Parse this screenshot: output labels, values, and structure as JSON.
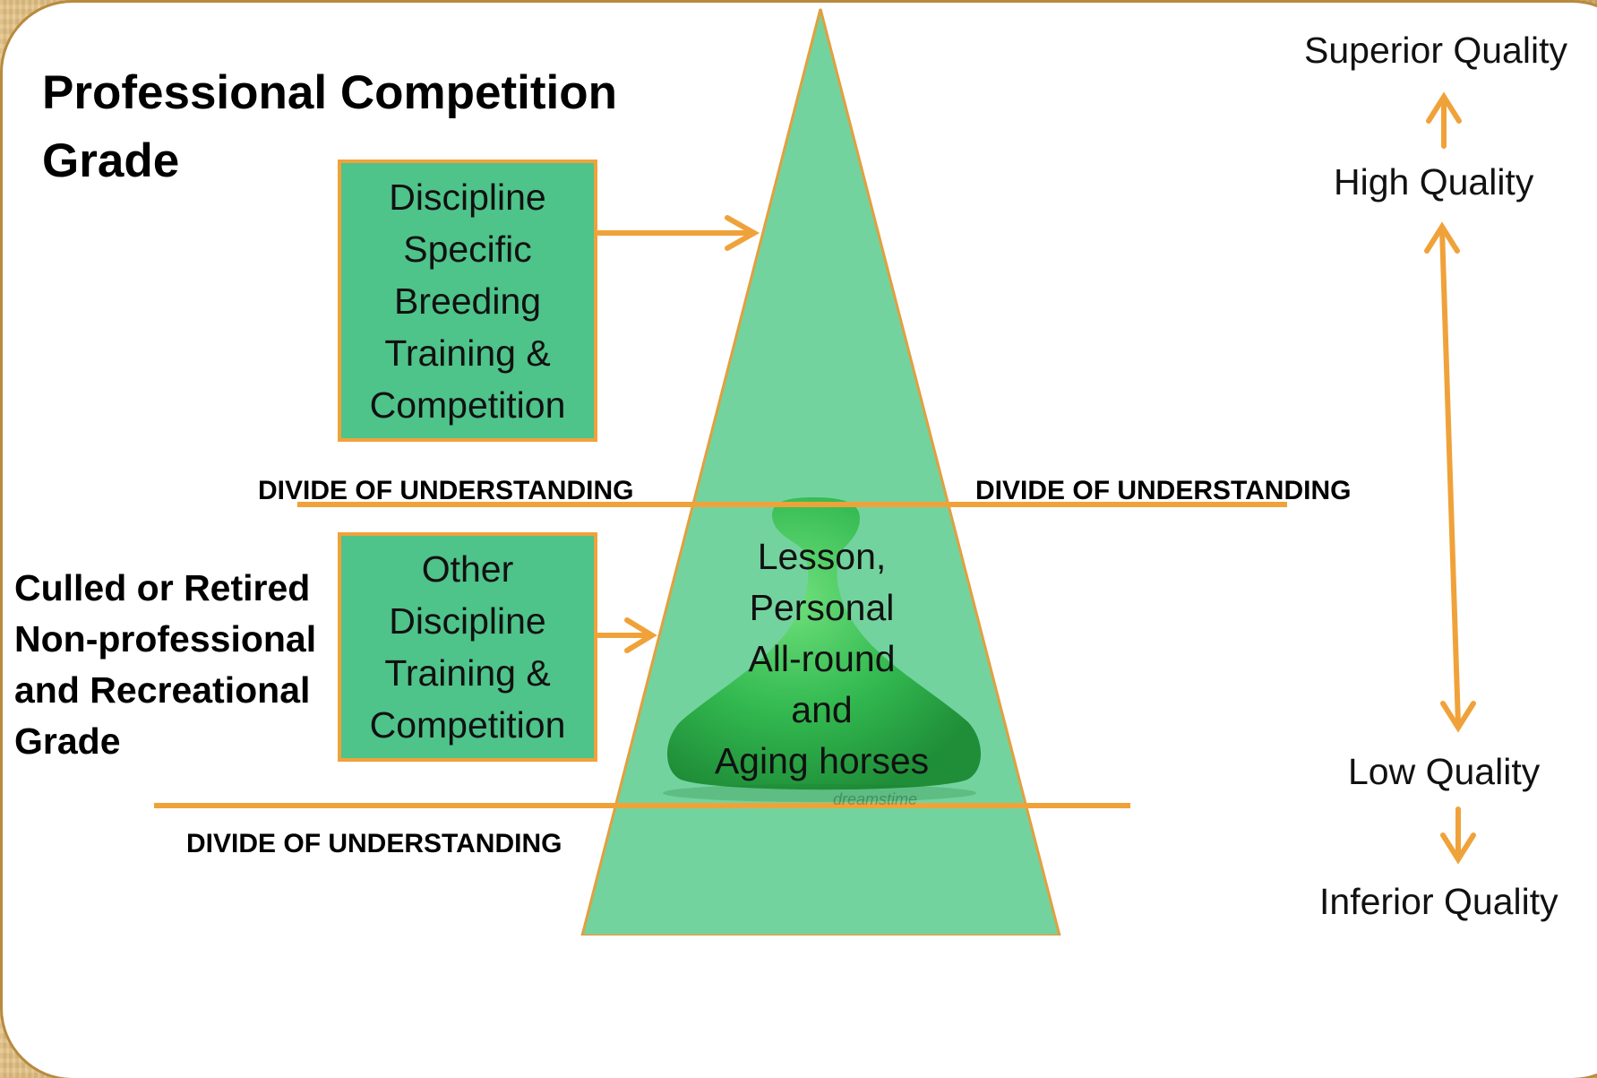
{
  "title": "Professional Competition Grade",
  "title_lines": [
    "Professional Competition",
    "Grade"
  ],
  "left_label_lines": [
    "Culled or Retired",
    "Non-professional",
    "and Recreational",
    "Grade"
  ],
  "box_top_lines": [
    "Discipline",
    "Specific",
    "Breeding",
    "Training &",
    "Competition"
  ],
  "box_bottom_lines": [
    "Other",
    "Discipline",
    "Training &",
    "Competition"
  ],
  "center_lines": [
    "Lesson,",
    "Personal",
    "All-round",
    "and",
    "Aging horses"
  ],
  "divide_label": "DIVIDE OF UNDERSTANDING",
  "quality": {
    "superior": "Superior Quality",
    "high": "High Quality",
    "low": "Low Quality",
    "inferior": "Inferior Quality"
  },
  "watermark": "dreamstime",
  "colors": {
    "triangle": "#73d39e",
    "box_fill": "#4ec38a",
    "arrow": "#f0a23a",
    "background_texture": "#d9b06a",
    "pawn": "#2fb84c"
  },
  "icons": [
    "pawn-icon"
  ]
}
